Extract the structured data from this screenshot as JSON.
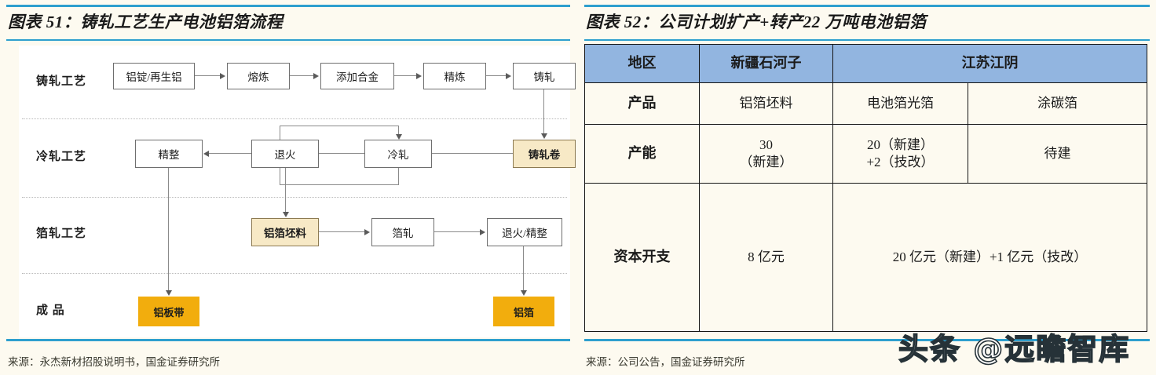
{
  "theme": {
    "page_bg": "#fdfaf0",
    "rule_color": "#2e9fce",
    "table_header_bg": "#92b5e0",
    "node_tan_bg": "#f7e9c6",
    "node_orange_bg": "#f2ad0d"
  },
  "left_panel": {
    "title": "图表 51：铸轧工艺生产电池铝箔流程",
    "source": "来源：永杰新材招股说明书，国金证券研究所",
    "flow": {
      "row_labels": [
        "铸轧工艺",
        "冷轧工艺",
        "箔轧工艺",
        "成  品"
      ],
      "casting_row": [
        "铝锭/再生铝",
        "熔炼",
        "添加合金",
        "精炼",
        "铸轧"
      ],
      "cold_roll_row": [
        "精整",
        "退火",
        "冷轧",
        "铸轧卷"
      ],
      "foil_roll_row": [
        "铝箔坯料",
        "箔轧",
        "退火/精整"
      ],
      "product_row": [
        "铝板带",
        "铝箔"
      ]
    }
  },
  "right_panel": {
    "title": "图表 52：公司计划扩产+转产22 万吨电池铝箔",
    "source": "来源：公司公告，国金证券研究所",
    "table": {
      "header": {
        "col0": "地区",
        "col1": "新疆石河子",
        "col2_span": "江苏江阴"
      },
      "rows": [
        {
          "label": "产品",
          "c1": "铝箔坯料",
          "c2": "电池箔光箔",
          "c3": "涂碳箔"
        },
        {
          "label": "产能",
          "c1": "30\n（新建）",
          "c2": "20（新建）\n+2（技改）",
          "c3": "待建"
        },
        {
          "label": "资本开支",
          "c1": "8 亿元",
          "c23": "20 亿元（新建）+1 亿元（技改）"
        }
      ]
    }
  },
  "watermark": {
    "text": "头条 @远瞻智库"
  }
}
